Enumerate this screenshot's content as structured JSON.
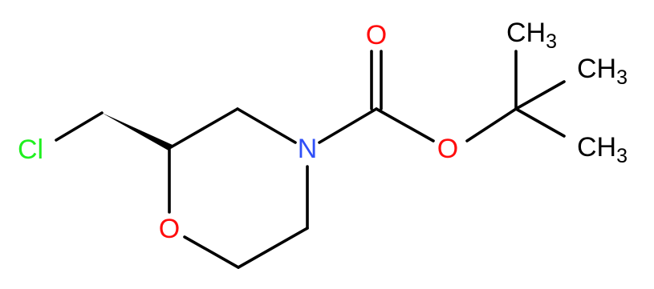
{
  "molecule": {
    "atoms": {
      "cl": "Cl",
      "o_ring": "O",
      "n": "N",
      "o_carbonyl": "O",
      "o_ester": "O",
      "ch3_1": "CH",
      "ch3_2": "CH",
      "ch3_3": "CH",
      "sub3": "3"
    },
    "colors": {
      "bond": "#000000",
      "carbon": "#000000",
      "oxygen": "#ff0d0d",
      "nitrogen": "#3050f8",
      "chlorine": "#1ff01f"
    }
  }
}
